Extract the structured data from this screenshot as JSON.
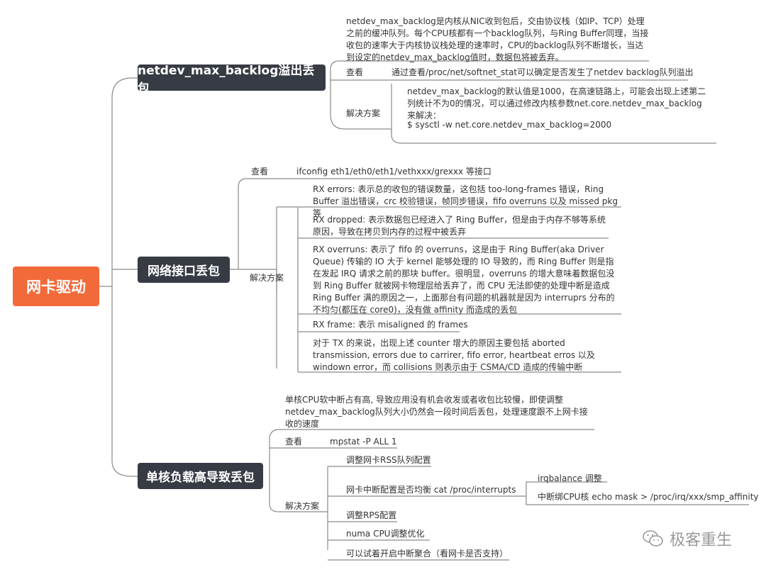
{
  "root": {
    "label": "网卡驱动"
  },
  "branches": [
    {
      "label": "netdev_max_backlog溢出丢包",
      "description": "netdev_max_backlog是内核从NIC收到包后，交由协议栈（如IP、TCP）处理之前的缓冲队列。每个CPU核都有一个backlog队列，与Ring Buffer同理，当接收包的速率大于内核协议栈处理的速率时，CPU的backlog队列不断增长，当达到设定的netdev_max_backlog值时，数据包将被丢弃。",
      "check_label": "查看",
      "check_text": "通过查看/proc/net/softnet_stat可以确定是否发生了netdev backlog队列溢出",
      "solution_label": "解决方案",
      "solution_text": "netdev_max_backlog的默认值是1000，在高速链路上，可能会出现上述第二列统计不为0的情况，可以通过修改内核参数net.core.netdev_max_backlog来解决：",
      "solution_cmd": "$ sysctl -w net.core.netdev_max_backlog=2000"
    },
    {
      "label": "网络接口丢包",
      "check_label": "查看",
      "check_text": "ifconfig eth1/eth0/eth1/vethxxx/grexxx 等接口",
      "solution_label": "解决方案",
      "items": [
        "RX errors: 表示总的收包的错误数量，这包括 too-long-frames 错误，Ring Buffer 溢出错误，crc 校验错误，帧同步错误，fifo overruns 以及 missed pkg 等",
        "RX dropped: 表示数据包已经进入了 Ring Buffer，但是由于内存不够等系统原因，导致在拷贝到内存的过程中被丢弃",
        "RX overruns: 表示了 fifo 的 overruns，这是由于 Ring Buffer(aka Driver Queue) 传输的 IO 大于 kernel 能够处理的 IO 导致的，而 Ring Buffer 则是指在发起 IRQ 请求之前的那块 buffer。很明显，overruns 的增大意味着数据包没到 Ring Buffer 就被网卡物理层给丢弃了，而 CPU 无法即使的处理中断是造成 Ring Buffer 满的原因之一，上面那台有问题的机器就是因为 interruprs 分布的不均匀(都压在 core0)，没有做 affinity 而造成的丢包",
        "RX frame: 表示 misaligned 的 frames",
        "对于 TX 的来说，出现上述 counter 增大的原因主要包括 aborted transmission, errors due to carrirer, fifo error, heartbeat erros 以及 windown error，而 collisions 则表示由于 CSMA/CD 造成的传输中断"
      ]
    },
    {
      "label": "单核负载高导致丢包",
      "description": "单核CPU软中断占有高, 导致应用没有机会收发或者收包比较慢，即使调整netdev_max_backlog队列大小仍然会一段时间后丢包，处理速度跟不上网卡接收的速度",
      "check_label": "查看",
      "check_text": "mpstat -P ALL 1",
      "solution_label": "解决方案",
      "items": [
        "调整网卡RSS队列配置",
        "网卡中断配置是否均衡 cat /proc/interrupts",
        "调整RPS配置",
        "numa CPU调整优化",
        "可以试着开启中断聚合（看网卡是否支持）"
      ],
      "sub_items": [
        "irqbalance 调整",
        "中断绑CPU核 echo mask > /proc/irq/xxx/smp_affinity"
      ]
    }
  ],
  "watermark": {
    "text": "极客重生",
    "icon": "wechat-icon"
  },
  "colors": {
    "root": "#f26a3a",
    "branch": "#363b44",
    "line": "#8a8a8a"
  }
}
